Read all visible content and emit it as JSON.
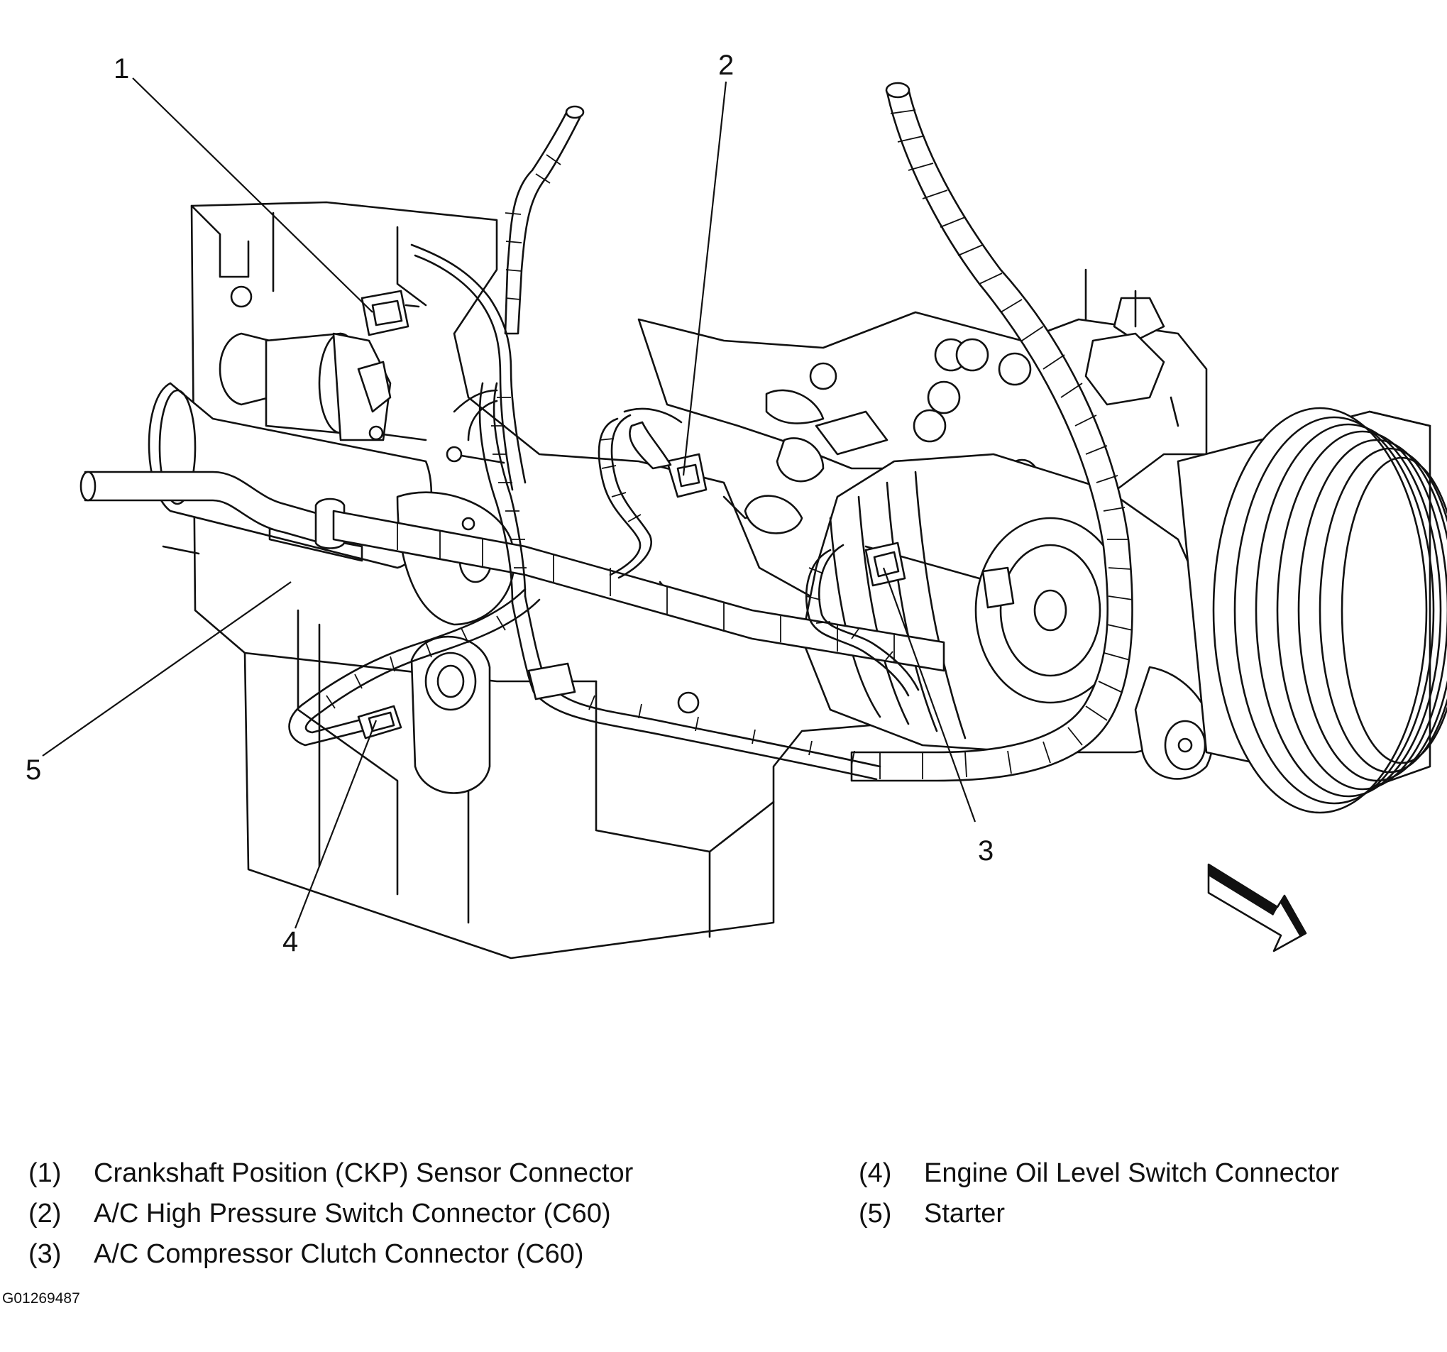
{
  "figure_id": "G01269487",
  "callouts": [
    {
      "number": "1",
      "label": "Crankshaft Position (CKP) Sensor Connector"
    },
    {
      "number": "2",
      "label": "A/C High Pressure Switch Connector (C60)"
    },
    {
      "number": "3",
      "label": "A/C Compressor Clutch Connector (C60)"
    },
    {
      "number": "4",
      "label": "Engine Oil Level Switch Connector"
    },
    {
      "number": "5",
      "label": "Starter"
    }
  ],
  "legend": [
    {
      "number": "(1)",
      "text": "Crankshaft Position (CKP) Sensor Connector"
    },
    {
      "number": "(2)",
      "text": "A/C High Pressure Switch Connector (C60)"
    },
    {
      "number": "(3)",
      "text": "A/C Compressor Clutch Connector (C60)"
    },
    {
      "number": "(4)",
      "text": "Engine Oil Level Switch Connector"
    },
    {
      "number": "(5)",
      "text": "Starter"
    }
  ],
  "icons": {
    "direction_arrow": "front-of-vehicle-arrow-icon"
  }
}
